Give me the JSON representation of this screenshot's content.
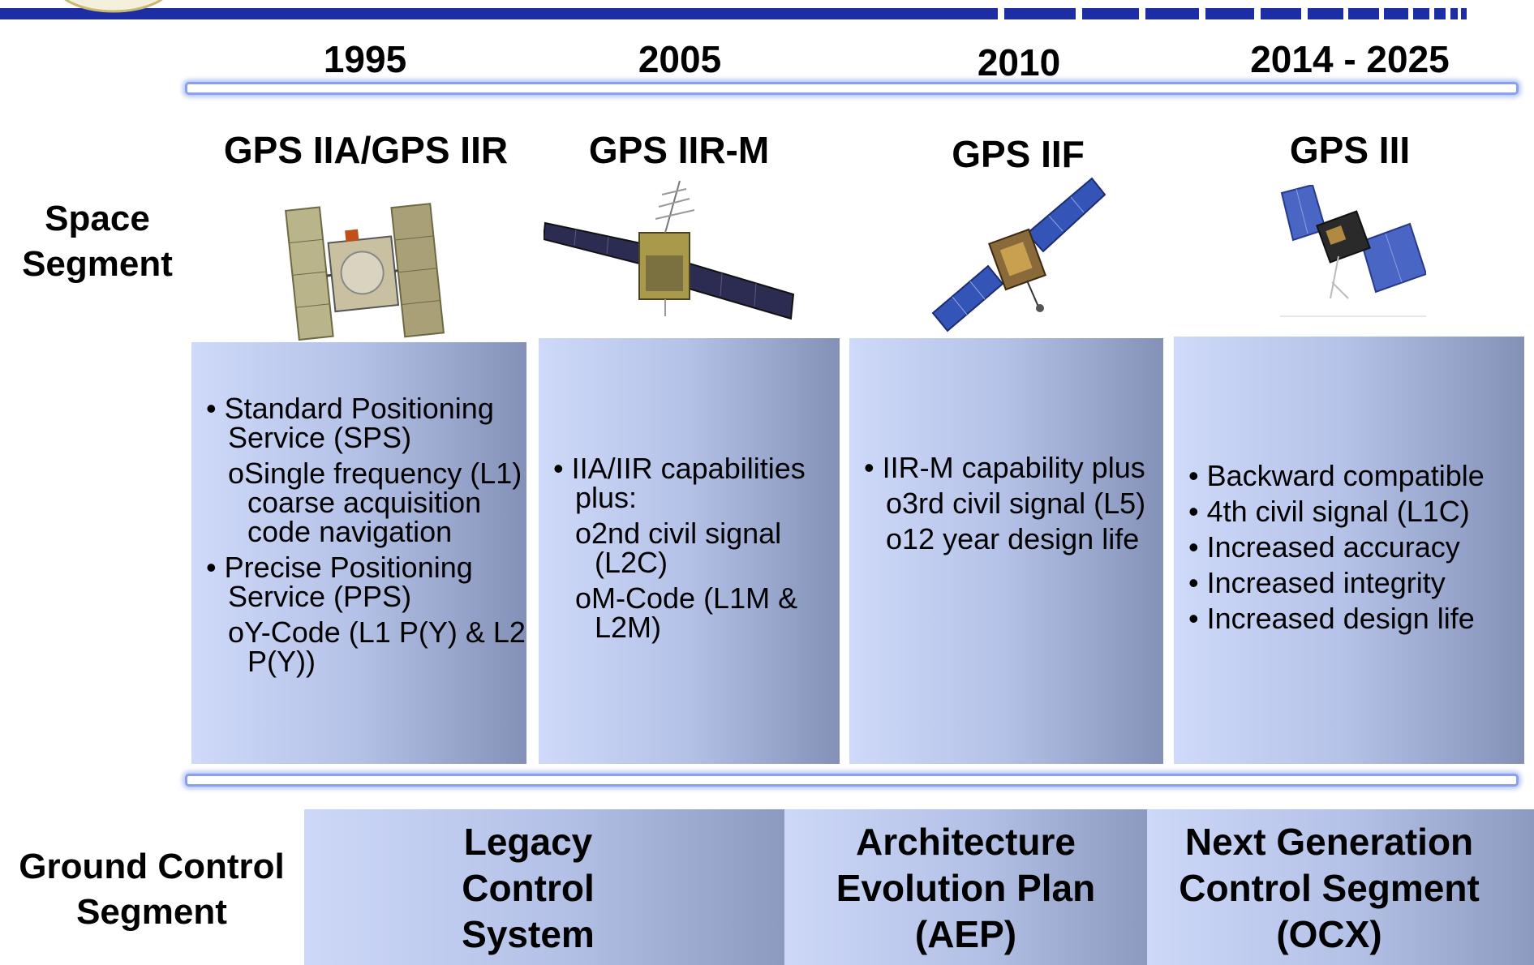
{
  "colors": {
    "header_bar": "#1d2da3",
    "rail_glow": "#8aa0ee",
    "panel_dark": "#8391b8",
    "panel_light": "#cfdaf9"
  },
  "timeline": {
    "years": [
      "1995",
      "2005",
      "2010",
      "2014 - 2025"
    ],
    "generations": [
      "GPS IIA/GPS IIR",
      "GPS IIR-M",
      "GPS IIF",
      "GPS III"
    ]
  },
  "space_segment_label": [
    "Space",
    "Segment"
  ],
  "ground_segment_label": [
    "Ground Control",
    "Segment"
  ],
  "panels": {
    "p1": {
      "b1a": "Standard Positioning Service (SPS)",
      "s1a": "Single frequency (L1) coarse acquisition code navigation",
      "b1b": "Precise Positioning Service (PPS)",
      "s1b": "Y-Code (L1 P(Y) & L2 P(Y))"
    },
    "p2": {
      "b2a": "IIA/IIR capabilities plus:",
      "s2a": "2nd civil signal (L2C)",
      "s2b": "M-Code (L1M & L2M)"
    },
    "p3": {
      "b3a": "IIR-M capability plus",
      "s3a": "3rd civil signal (L5)",
      "s3b": "12 year design life"
    },
    "p4": {
      "items": [
        "Backward compatible",
        "4th civil signal (L1C)",
        "Increased accuracy",
        "Increased integrity",
        "Increased design life"
      ]
    }
  },
  "ground_systems": [
    [
      "Legacy",
      "Control",
      "System"
    ],
    [
      "Architecture",
      "Evolution Plan",
      "(AEP)"
    ],
    [
      "Next Generation",
      "Control Segment",
      "(OCX)"
    ]
  ],
  "icons": {
    "satellites": [
      "satellite-iia-iir-icon",
      "satellite-iirm-icon",
      "satellite-iif-icon",
      "satellite-iii-icon"
    ],
    "logo": "air-force-seal-icon"
  }
}
